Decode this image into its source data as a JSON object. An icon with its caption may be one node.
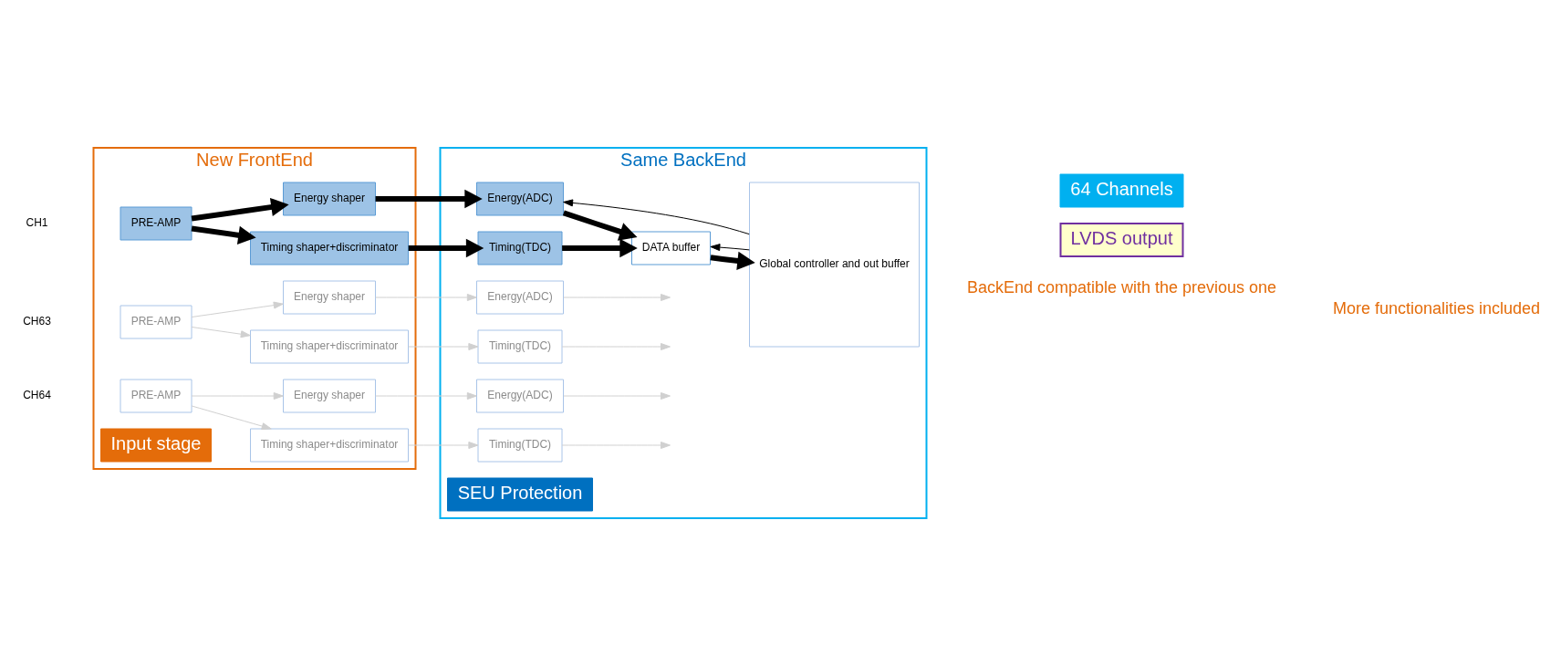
{
  "diagram": {
    "nodes": [
      {
        "text": [
          "New FrontEnd"
        ]
      },
      {
        "text": [
          "Same BackEnd"
        ]
      },
      {
        "text": [
          "PRE-AMP"
        ],
        "in": 0
      },
      {
        "text": [
          "Timing shaper+discriminator"
        ],
        "in": 0
      },
      {
        "text": [
          "Energy shaper"
        ],
        "in": 0
      },
      {
        "text": [
          "PRE-AMP"
        ],
        "in": 0
      },
      {
        "text": [
          "Timing shaper+discriminator"
        ],
        "in": 0
      },
      {
        "text": [
          "Energy shaper"
        ],
        "in": 0
      },
      {
        "text": [
          "PRE-AMP"
        ],
        "in": 0
      },
      {
        "text": [
          "Timing shaper+discriminator"
        ],
        "in": 0
      },
      {
        "text": [
          "Energy shaper"
        ],
        "in": 0
      },
      {
        "text": [
          "Input stage"
        ],
        "in": 0
      },
      {
        "text": [
          "Timing(TDC)"
        ],
        "in": 1
      },
      {
        "text": [
          "Energy(ADC)"
        ],
        "in": 1
      },
      {
        "text": [
          "DATA buffer"
        ],
        "in": 1
      },
      {
        "text": [
          "Global controller and out buffer"
        ],
        "in": 1
      },
      {
        "text": [
          "Timing(TDC)"
        ],
        "in": 1
      },
      {
        "text": [
          "Energy(ADC)"
        ],
        "in": 1
      },
      {
        "text": [
          "Timing(TDC)"
        ],
        "in": 1
      },
      {
        "text": [
          "Energy(ADC)"
        ],
        "in": 1
      },
      {
        "text": [
          "SEU Protection"
        ],
        "in": 1
      },
      {
        "text": [
          "64 Channels"
        ]
      },
      {
        "text": [
          "LVDS output"
        ]
      }
    ],
    "edges": [
      {
        "from": 2,
        "to": 3,
        "arrow": "to",
        "style": "thick",
        "color": "#000000"
      },
      {
        "from": 2,
        "to": 4,
        "arrow": "to",
        "style": "thick",
        "color": "#000000"
      },
      {
        "from": 3,
        "to": 12,
        "arrow": "to",
        "style": "thick",
        "color": "#000000"
      },
      {
        "from": 4,
        "to": 13,
        "arrow": "to",
        "style": "thick",
        "color": "#000000"
      },
      {
        "from": 12,
        "to": 14,
        "arrow": "to",
        "style": "thick",
        "color": "#000000"
      },
      {
        "from": 13,
        "to": 14,
        "arrow": "to",
        "style": "thick",
        "color": "#000000"
      },
      {
        "from": 14,
        "to": 15,
        "arrow": "to",
        "style": "thick",
        "color": "#000000"
      },
      {
        "from": 15,
        "to": 14,
        "arrow": "to",
        "color": "#000000"
      },
      {
        "from": 15,
        "to": 13,
        "arrow": "to",
        "color": "#000000"
      },
      {
        "from": 5,
        "to": 6,
        "arrow": "to"
      },
      {
        "from": 5,
        "to": 7,
        "arrow": "to"
      },
      {
        "from": 6,
        "to": 16,
        "arrow": "to"
      },
      {
        "from": 7,
        "to": 17,
        "arrow": "to"
      },
      {
        "from": 16,
        "to": null,
        "arrow": "to"
      },
      {
        "from": 17,
        "to": null,
        "arrow": "to"
      },
      {
        "from": 8,
        "to": 9,
        "arrow": "to"
      },
      {
        "from": 8,
        "to": 10,
        "arrow": "to"
      },
      {
        "from": 9,
        "to": 18,
        "arrow": "to"
      },
      {
        "from": 10,
        "to": 19,
        "arrow": "to"
      },
      {
        "from": 18,
        "to": null,
        "arrow": "to"
      },
      {
        "from": 19,
        "to": null,
        "arrow": "to"
      }
    ],
    "labels": [
      "CH1",
      "CH63",
      "CH64",
      "BackEnd compatible with the previous one",
      "More functionalities included"
    ]
  }
}
